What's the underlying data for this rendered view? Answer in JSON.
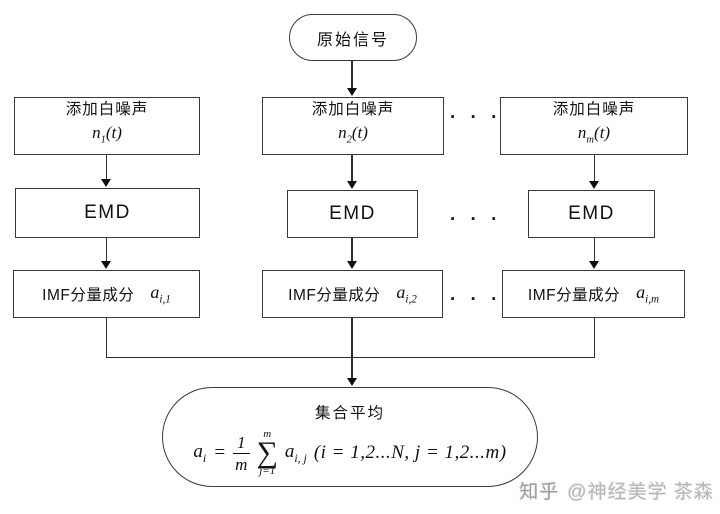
{
  "diagram": {
    "source_node": {
      "label": "原始信号"
    },
    "noise_label": "添加白噪声",
    "noise_nodes": [
      {
        "base": "n",
        "sub": "1",
        "arg": "(t)"
      },
      {
        "base": "n",
        "sub": "2",
        "arg": "(t)"
      },
      {
        "base": "n",
        "sub": "m",
        "arg": "(t)"
      }
    ],
    "emd_label": "EMD",
    "imf_label": "IMF分量成分",
    "imf_nodes": [
      {
        "base": "a",
        "sub": "i,1"
      },
      {
        "base": "a",
        "sub": "i,2"
      },
      {
        "base": "a",
        "sub": "i,m"
      }
    ],
    "ellipsis": ". . .",
    "ensemble": {
      "title": "集合平均",
      "formula": {
        "lhs_base": "a",
        "lhs_sub": "i",
        "equals": "=",
        "frac_num": "1",
        "frac_den": "m",
        "sum_symbol": "∑",
        "sum_top": "m",
        "sum_bottom": "j=1",
        "term_base": "a",
        "term_sub": "i, j",
        "tail": "(i = 1,2...N, j = 1,2...m)"
      }
    },
    "watermark": {
      "brand": "知乎",
      "handle": "@神经美学 茶森"
    },
    "colors": {
      "line": "#2e2e2e",
      "box_border": "#3a3a3a",
      "text": "#111111",
      "watermark": "#b5b5b5"
    }
  }
}
